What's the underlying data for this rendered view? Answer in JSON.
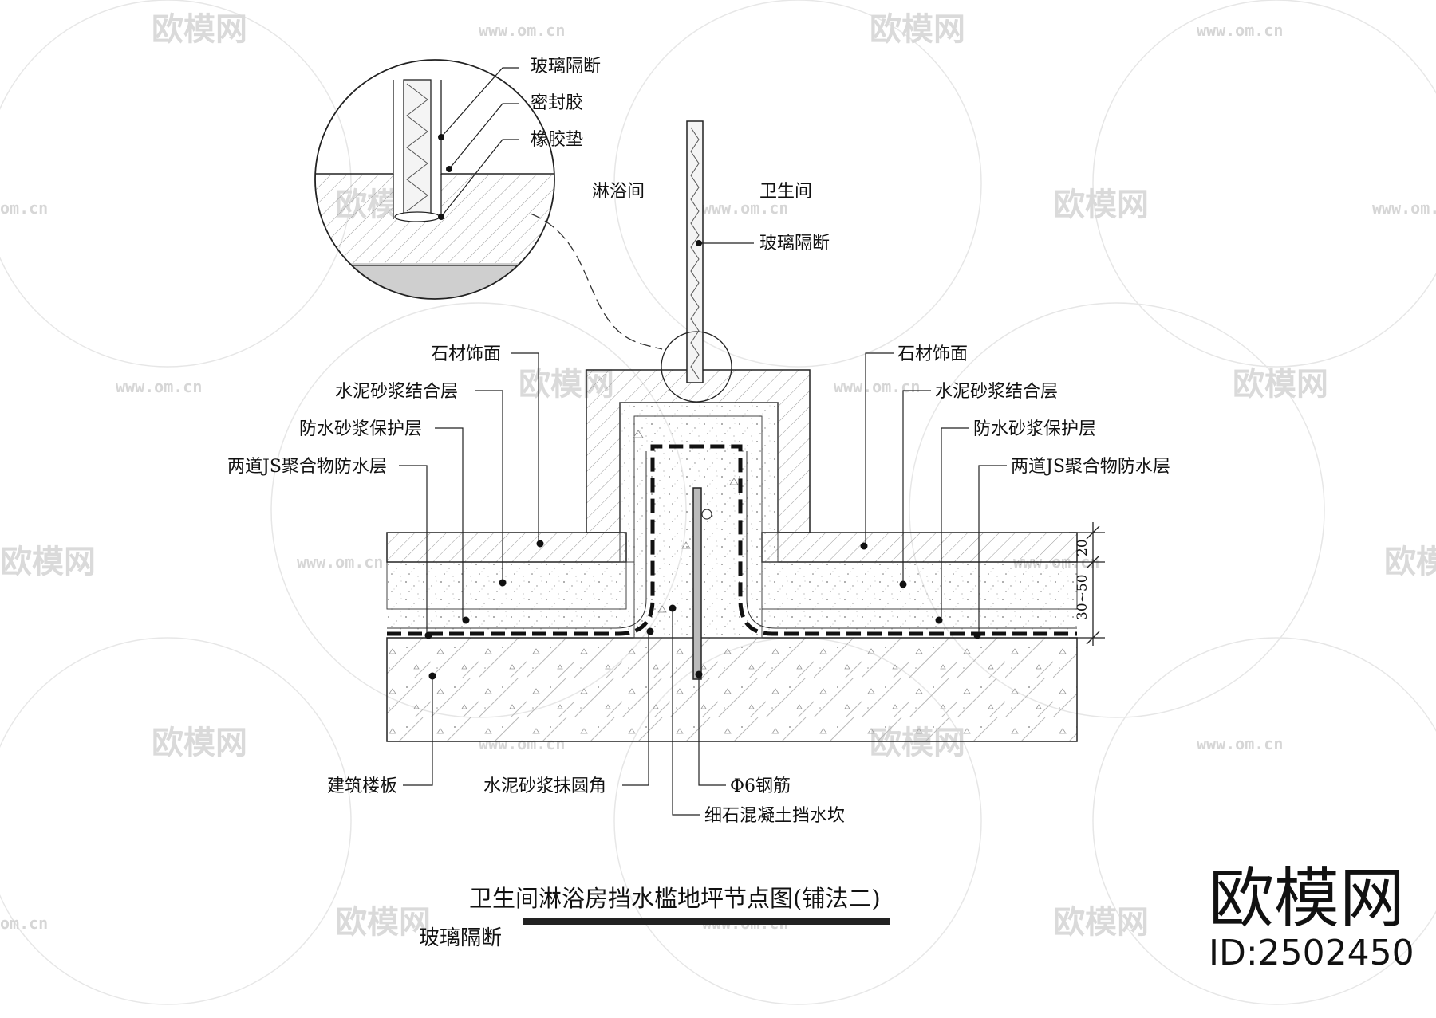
{
  "watermark": {
    "brand": "欧模网",
    "url": "www.om.cn",
    "url_short": "om.cn"
  },
  "inset_labels": {
    "glass": "玻璃隔断",
    "sealant": "密封胶",
    "rubber_pad": "橡胶垫"
  },
  "room_labels": {
    "shower": "淋浴间",
    "bathroom": "卫生间",
    "glass_partition": "玻璃隔断"
  },
  "left_labels": {
    "stone": "石材饰面",
    "cement_bond": "水泥砂浆结合层",
    "waterproof_mortar": "防水砂浆保护层",
    "js_layer": "两道JS聚合物防水层"
  },
  "right_labels": {
    "stone": "石材饰面",
    "cement_bond": "水泥砂浆结合层",
    "waterproof_mortar": "防水砂浆保护层",
    "js_layer": "两道JS聚合物防水层"
  },
  "bottom_labels": {
    "slab": "建筑楼板",
    "fillet": "水泥砂浆抹圆角",
    "rebar": "Φ6钢筋",
    "curb": "细石混凝土挡水坎"
  },
  "dimensions": {
    "top": "20",
    "bottom": "30~50"
  },
  "title": "卫生间淋浴房挡水槛地坪节点图(铺法二)",
  "subtitle": "玻璃隔断",
  "brand_mark": {
    "name": "欧模网",
    "id": "ID:2502450"
  }
}
